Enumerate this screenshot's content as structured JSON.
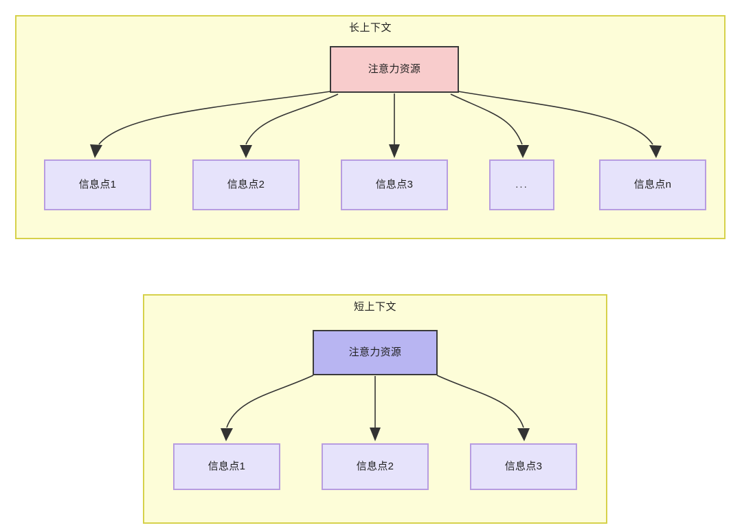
{
  "diagram": {
    "type": "flowchart",
    "background": "#ffffff",
    "groups": [
      {
        "id": "long-context",
        "title": "长上下文",
        "frame_color": "#d6d14a",
        "frame_fill": "#fdfdd8",
        "root": {
          "label": "注意力资源",
          "fill": "#f8cccc",
          "border": "#3a3a3a"
        },
        "children": [
          {
            "label": "信息点1",
            "fill": "#e6e3fb",
            "border": "#b79ce0"
          },
          {
            "label": "信息点2",
            "fill": "#e6e3fb",
            "border": "#b79ce0"
          },
          {
            "label": "信息点3",
            "fill": "#e6e3fb",
            "border": "#b79ce0"
          },
          {
            "label": "...",
            "fill": "#e6e3fb",
            "border": "#b79ce0"
          },
          {
            "label": "信息点n",
            "fill": "#e6e3fb",
            "border": "#b79ce0"
          }
        ]
      },
      {
        "id": "short-context",
        "title": "短上下文",
        "frame_color": "#d6d14a",
        "frame_fill": "#fdfdd8",
        "root": {
          "label": "注意力资源",
          "fill": "#b8b5f2",
          "border": "#3a3a3a"
        },
        "children": [
          {
            "label": "信息点1",
            "fill": "#e6e3fb",
            "border": "#b79ce0"
          },
          {
            "label": "信息点2",
            "fill": "#e6e3fb",
            "border": "#b79ce0"
          },
          {
            "label": "信息点3",
            "fill": "#e6e3fb",
            "border": "#b79ce0"
          }
        ]
      }
    ],
    "edge_color": "#333333"
  }
}
